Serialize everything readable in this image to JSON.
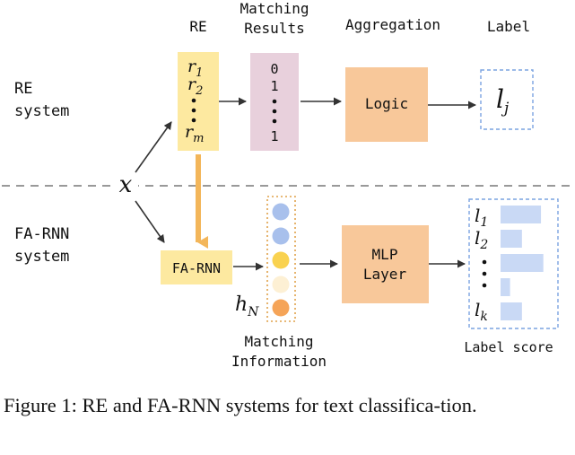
{
  "headers": {
    "re": "RE",
    "matching_results_line1": "Matching",
    "matching_results_line2": "Results",
    "aggregation": "Aggregation",
    "label": "Label"
  },
  "systems": {
    "re_line1": "RE",
    "re_line2": "system",
    "farnn_line1": "FA-RNN",
    "farnn_line2": "system"
  },
  "input_symbol": "x",
  "re_rules": {
    "r1_base": "r",
    "r1_sub": "1",
    "r2_base": "r",
    "r2_sub": "2",
    "rm_base": "r",
    "rm_sub": "m"
  },
  "matching_results_values": {
    "first": "0",
    "second": "1",
    "last": "1"
  },
  "logic_label": "Logic",
  "label_output": {
    "base": "l",
    "sub": "j"
  },
  "farnn_box_label": "FA-RNN",
  "hidden_state": {
    "base": "h",
    "sub": "N"
  },
  "matching_information_line1": "Matching",
  "matching_information_line2": "Information",
  "mlp_line1": "MLP",
  "mlp_line2": "Layer",
  "label_scores": {
    "l1_base": "l",
    "l1_sub": "1",
    "l2_base": "l",
    "l2_sub": "2",
    "lk_base": "l",
    "lk_sub": "k",
    "bars": [
      0.85,
      0.45,
      0.9,
      0.2,
      0.45
    ],
    "caption": "Label score"
  },
  "colors": {
    "re_box": "#fde9a0",
    "results_box": "#e8d0dc",
    "orange_box": "#f8c89a",
    "farnn_box": "#fde9a0",
    "down_arrow": "#f3b65a",
    "dot_blue": "#a8c0ec",
    "dot_yellow": "#f9d24f",
    "dot_cream": "#fdf0d4",
    "dot_orange": "#f5a458",
    "bar": "#c9d9f5",
    "dashed_blue": "#7aa3e0",
    "dashed_orange": "#e0a24a"
  },
  "caption": "Figure 1: RE and FA-RNN systems for text classifica-tion."
}
